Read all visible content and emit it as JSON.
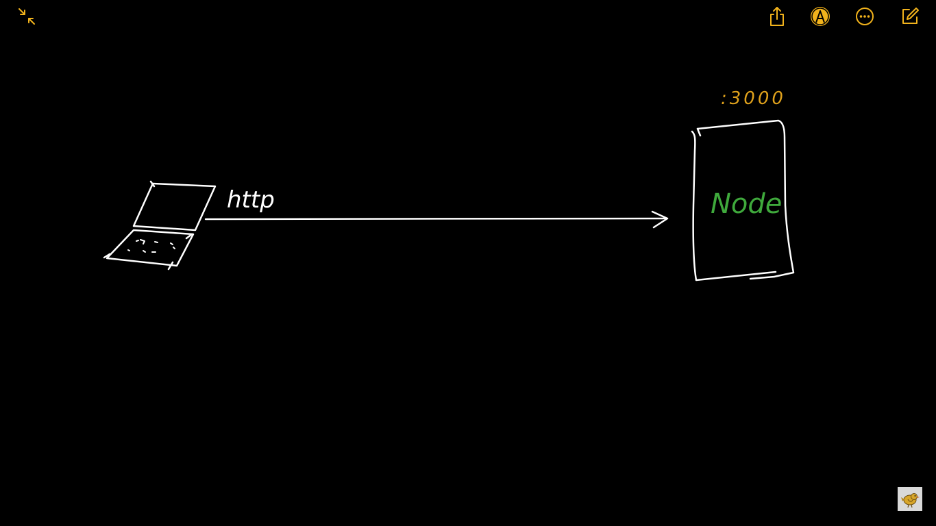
{
  "toolbar": {
    "collapse_icon": "arrows-collapse-icon",
    "share_icon": "share-icon",
    "markup_icon": "pen-markup-icon",
    "more_icon": "ellipsis-circle-icon",
    "compose_icon": "compose-icon",
    "accent_color": "#f2b31c"
  },
  "sketch": {
    "protocol_label": "http",
    "port_label": ":3000",
    "server_label": "Node",
    "stroke_color": "#ffffff",
    "port_color": "#e0a21c",
    "server_label_color": "#3fa93c"
  },
  "corner_badge": {
    "icon": "bird-icon",
    "background": "#d9d9d9"
  }
}
